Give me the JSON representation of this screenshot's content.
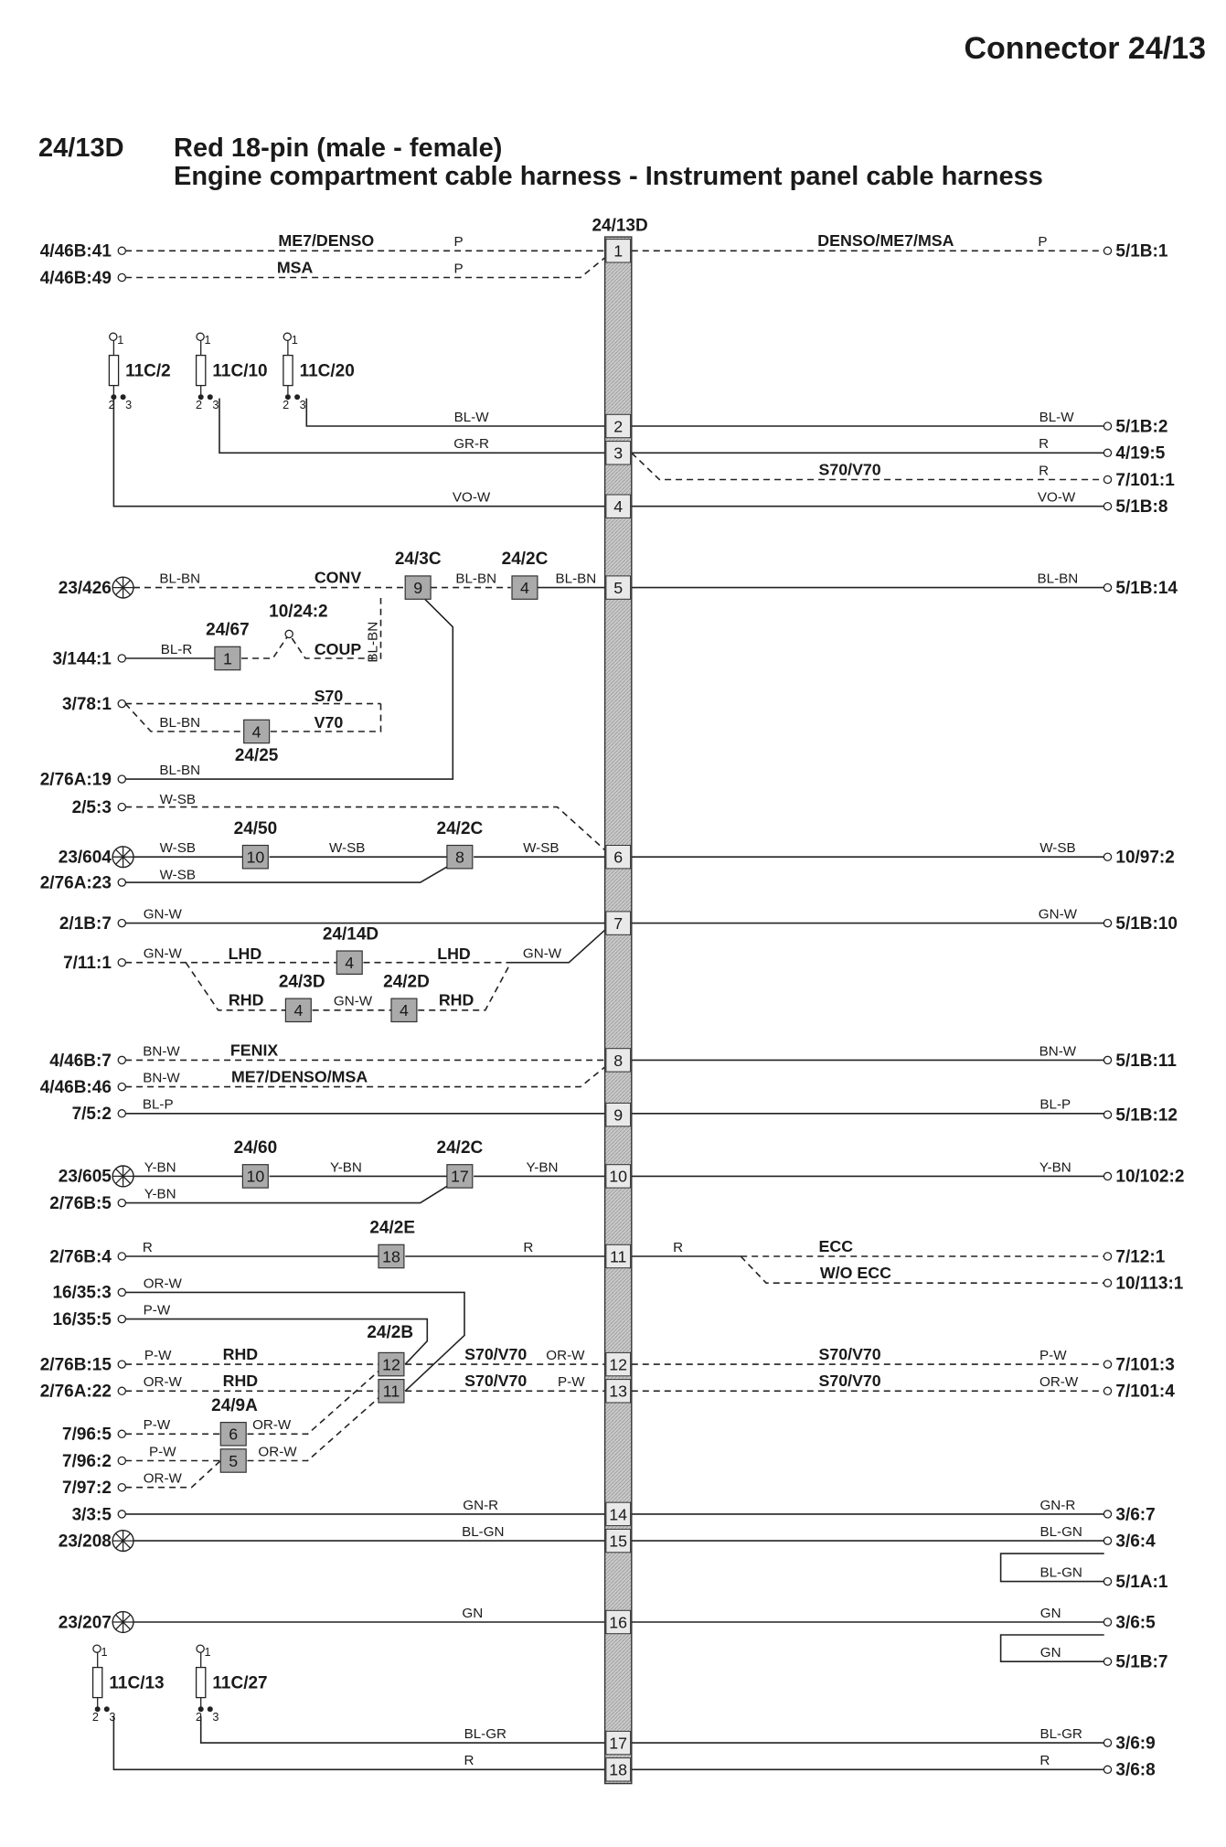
{
  "title": "Connector 24/13",
  "header": {
    "code": "24/13D",
    "line1": "Red 18-pin (male - female)",
    "line2": "Engine compartment cable harness - Instrument panel cable harness"
  },
  "connector_label": "24/13D",
  "pins": [
    "1",
    "2",
    "3",
    "4",
    "5",
    "6",
    "7",
    "8",
    "9",
    "10",
    "11",
    "12",
    "13",
    "14",
    "15",
    "16",
    "17",
    "18"
  ],
  "left_terminals": [
    "4/46B:41",
    "4/46B:49",
    "23/426",
    "3/144:1",
    "3/78:1",
    "2/76A:19",
    "2/5:3",
    "23/604",
    "2/76A:23",
    "2/1B:7",
    "7/11:1",
    "4/46B:7",
    "4/46B:46",
    "7/5:2",
    "23/605",
    "2/76B:5",
    "2/76B:4",
    "16/35:3",
    "16/35:5",
    "2/76B:15",
    "2/76A:22",
    "7/96:5",
    "7/96:2",
    "7/97:2",
    "3/3:5",
    "23/208",
    "23/207"
  ],
  "right_terminals": [
    "5/1B:1",
    "5/1B:2",
    "4/19:5",
    "7/101:1",
    "5/1B:8",
    "5/1B:14",
    "10/97:2",
    "5/1B:10",
    "5/1B:11",
    "5/1B:12",
    "10/102:2",
    "7/12:1",
    "10/113:1",
    "7/101:3",
    "7/101:4",
    "3/6:7",
    "3/6:4",
    "5/1A:1",
    "3/6:5",
    "5/1B:7",
    "3/6:9",
    "3/6:8"
  ],
  "fuses": [
    "11C/2",
    "11C/10",
    "11C/20",
    "11C/13",
    "11C/27"
  ],
  "fuse_terminals": {
    "top": "1",
    "a": "2",
    "b": "3"
  },
  "splices": [
    "24/3C",
    "24/2C",
    "24/67",
    "10/24:2",
    "24/25",
    "24/50",
    "24/2C",
    "24/14D",
    "24/3D",
    "24/2D",
    "24/60",
    "24/2C",
    "24/2E",
    "24/2B",
    "24/9A"
  ],
  "splice_pins": [
    "9",
    "4",
    "1",
    "4",
    "10",
    "8",
    "4",
    "4",
    "4",
    "10",
    "17",
    "18",
    "12",
    "11",
    "6",
    "5"
  ],
  "variants": [
    "ME7/DENSO",
    "MSA",
    "DENSO/ME7/MSA",
    "S70/V70",
    "CONV",
    "COUP",
    "S70",
    "V70",
    "LHD",
    "LHD",
    "RHD",
    "RHD",
    "FENIX",
    "ME7/DENSO/MSA",
    "ECC",
    "W/O ECC",
    "RHD",
    "RHD",
    "S70/V70",
    "S70/V70",
    "S70/V70",
    "S70/V70"
  ],
  "wire_colors": [
    "P",
    "P",
    "P",
    "BL-W",
    "BL-W",
    "GR-R",
    "R",
    "R",
    "VO-W",
    "VO-W",
    "BL-BN",
    "BL-BN",
    "BL-BN",
    "BL-BN",
    "BL-R",
    "BL-BN",
    "BL-BN",
    "W-SB",
    "W-SB",
    "W-SB",
    "W-SB",
    "W-SB",
    "W-SB",
    "GN-W",
    "GN-W",
    "GN-W",
    "GN-W",
    "GN-W",
    "BN-W",
    "BN-W",
    "BN-W",
    "BL-P",
    "BL-P",
    "Y-BN",
    "Y-BN",
    "Y-BN",
    "Y-BN",
    "Y-BN",
    "R",
    "R",
    "R",
    "OR-W",
    "P-W",
    "P-W",
    "OR-W",
    "P-W",
    "OR-W",
    "P-W",
    "OR-W",
    "P-W",
    "OR-W",
    "P-W",
    "OR-W",
    "OR-W",
    "GN-R",
    "GN-R",
    "BL-GN",
    "BL-GN",
    "BL-GN",
    "GN",
    "GN",
    "GN",
    "BL-GR",
    "BL-GR",
    "R",
    "R",
    "BL-BN"
  ]
}
